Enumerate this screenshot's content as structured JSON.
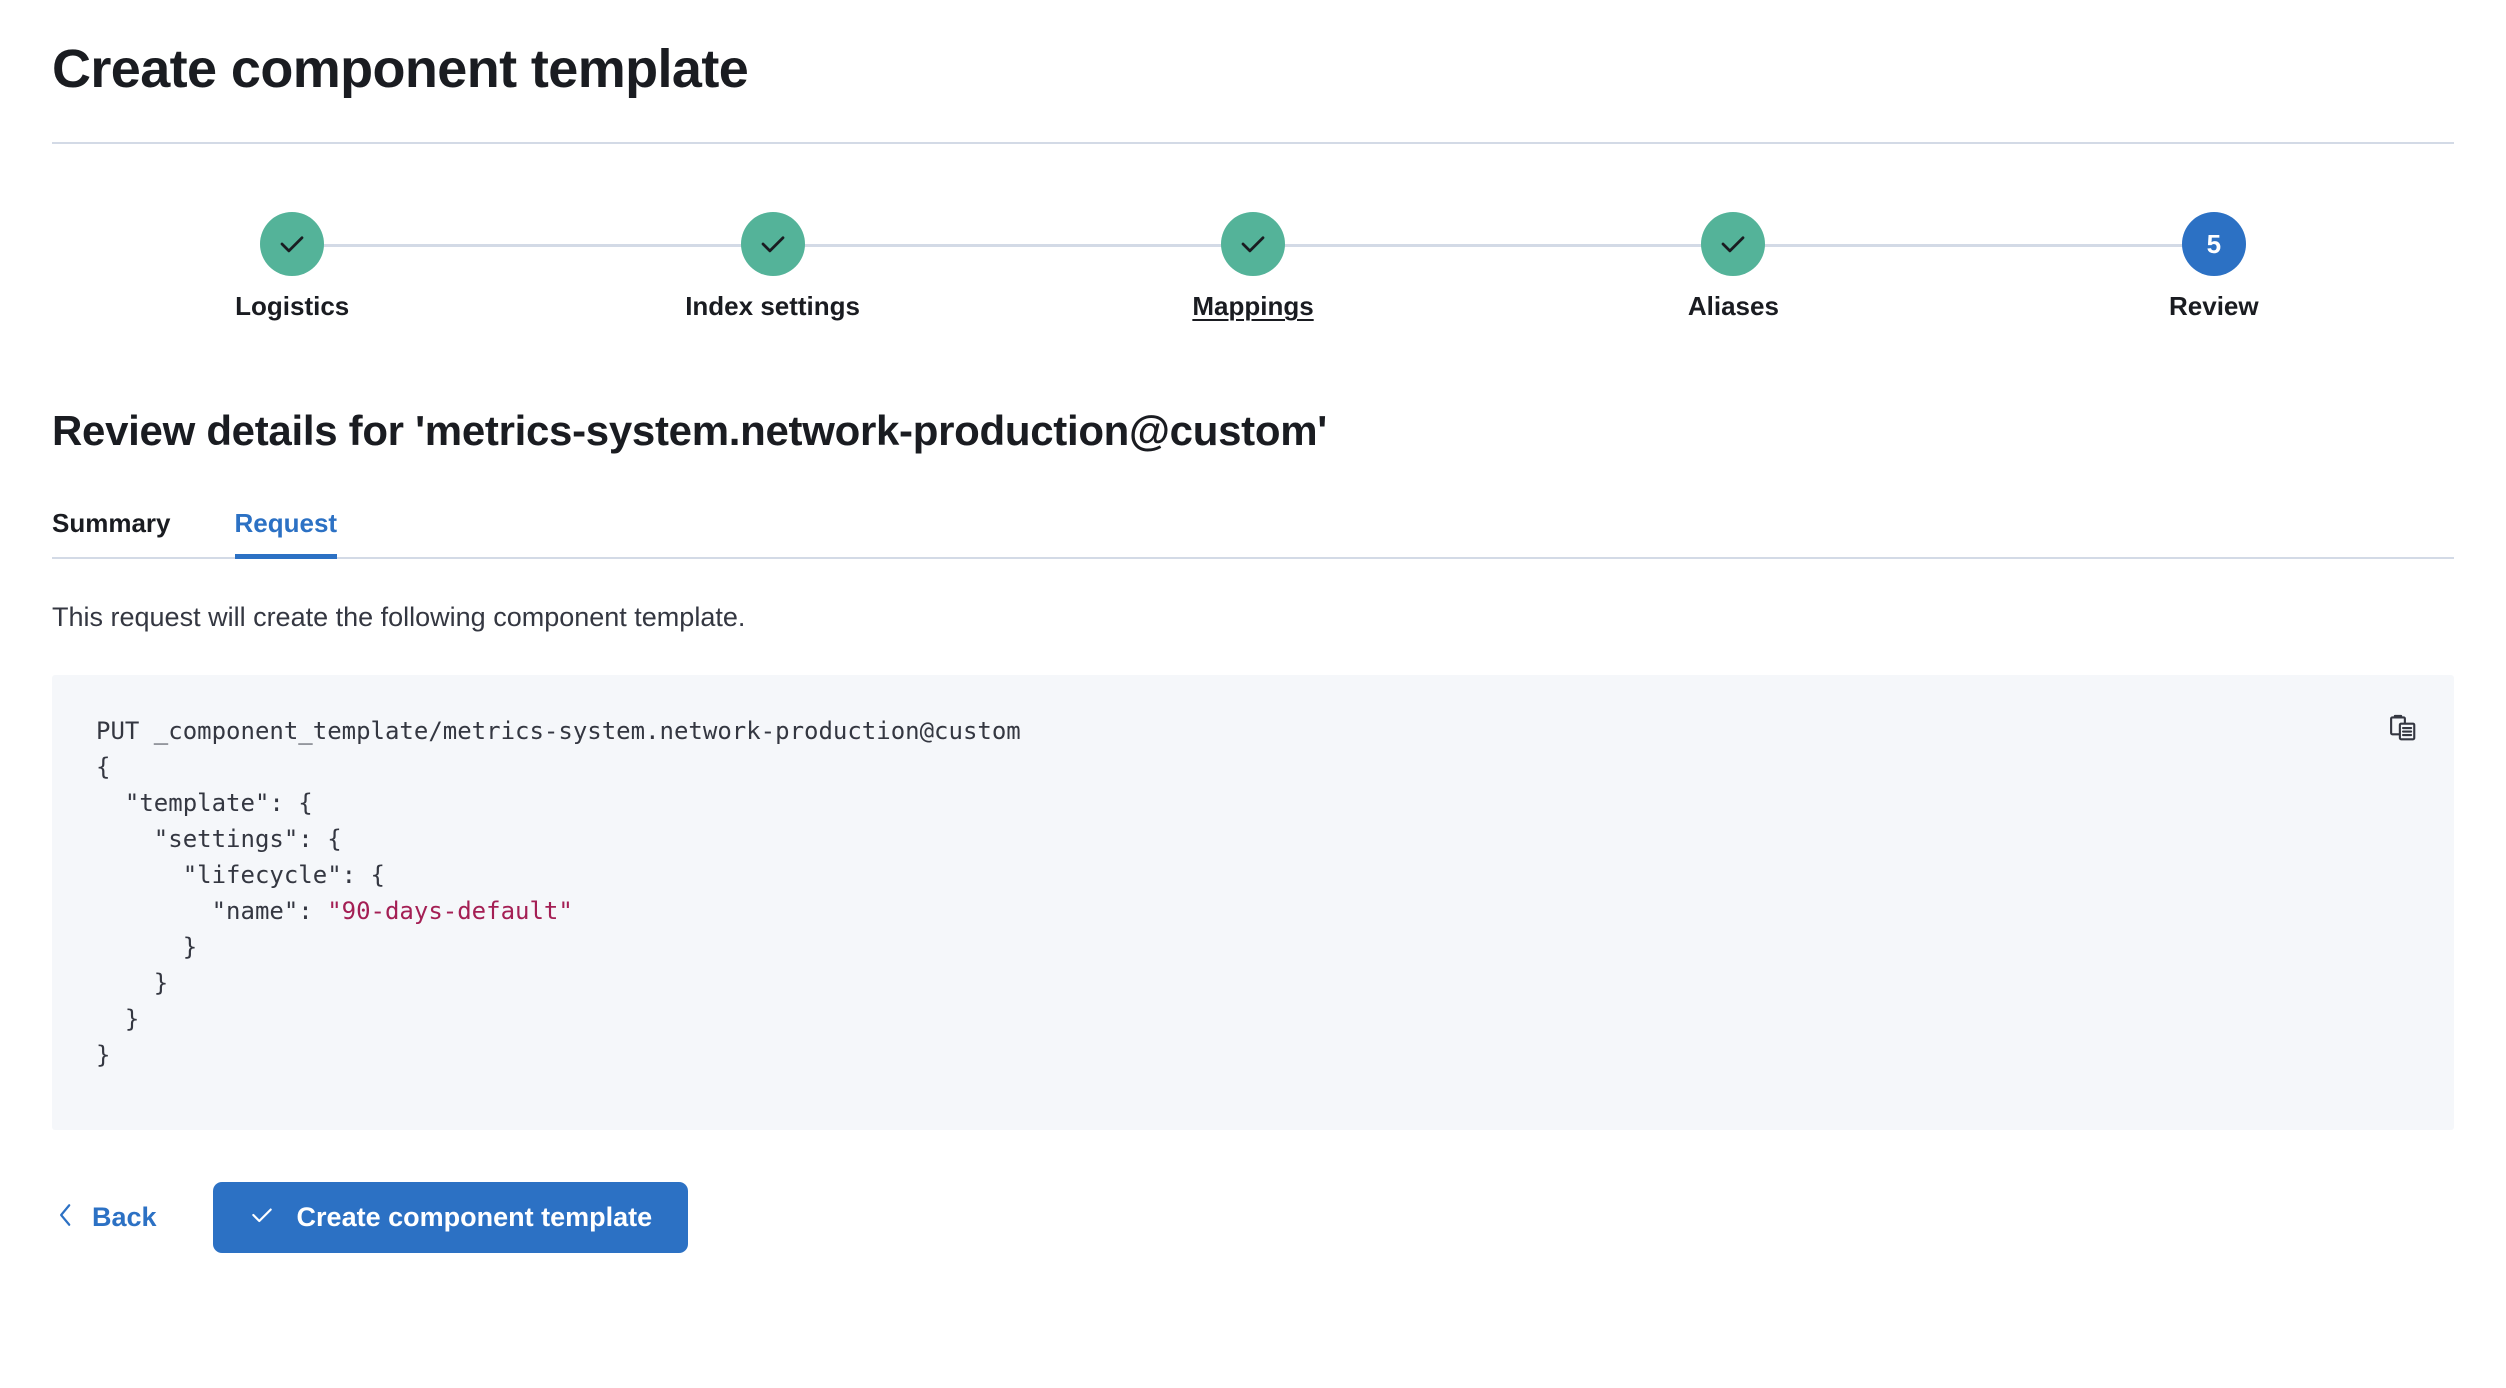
{
  "header": {
    "title": "Create component template"
  },
  "stepper": {
    "steps": [
      {
        "label": "Logistics",
        "state": "complete",
        "number": "1",
        "hovered": false
      },
      {
        "label": "Index settings",
        "state": "complete",
        "number": "2",
        "hovered": false
      },
      {
        "label": "Mappings",
        "state": "complete",
        "number": "3",
        "hovered": true
      },
      {
        "label": "Aliases",
        "state": "complete",
        "number": "4",
        "hovered": false
      },
      {
        "label": "Review",
        "state": "current",
        "number": "5",
        "hovered": false
      }
    ],
    "complete_color": "#54b399",
    "current_color": "#2c71c4",
    "connector_color": "#d3dae6"
  },
  "review": {
    "heading": "Review details for 'metrics-system.network-production@custom'",
    "template_name": "metrics-system.network-production@custom",
    "tabs": [
      {
        "label": "Summary",
        "active": false
      },
      {
        "label": "Request",
        "active": true
      }
    ],
    "description": "This request will create the following component template."
  },
  "code": {
    "method": "PUT",
    "path": "_component_template/metrics-system.network-production@custom",
    "request_line": "PUT _component_template/metrics-system.network-production@custom",
    "body_lines": [
      "{",
      "  \"template\": {",
      "    \"settings\": {",
      "      \"lifecycle\": {",
      "        \"name\": \"90-days-default\"",
      "      }",
      "    }",
      "  }",
      "}"
    ],
    "string_value": "\"90-days-default\"",
    "copy_icon": "clipboard-copy-icon",
    "string_color": "#a41f54",
    "background_color": "#f5f7fa"
  },
  "footer": {
    "back_label": "Back",
    "submit_label": "Create component template",
    "primary_color": "#2c71c4"
  }
}
